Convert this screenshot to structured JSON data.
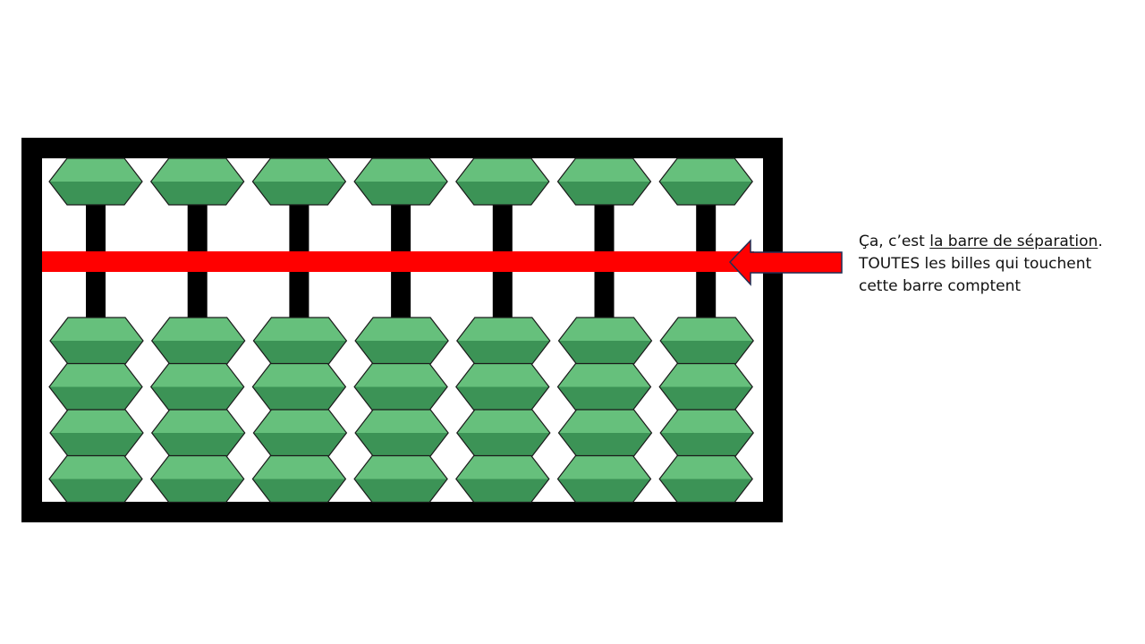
{
  "abacus": {
    "rods": 7,
    "upper_beads_per_rod": 1,
    "lower_beads_per_rod": 4,
    "colors": {
      "frame": "#000000",
      "separator_bar": "#ff0000",
      "bead_light": "#66c07c",
      "bead_dark": "#3c9356",
      "bead_outline": "#1a1a1a",
      "rod": "#000000"
    }
  },
  "annotation": {
    "line1_prefix": "Ça, c’est ",
    "line1_link": "la barre de séparation",
    "line1_suffix": ".",
    "line2": "TOUTES les billes qui touchent",
    "line3": "cette barre comptent",
    "arrow_color": "#ff0000"
  }
}
